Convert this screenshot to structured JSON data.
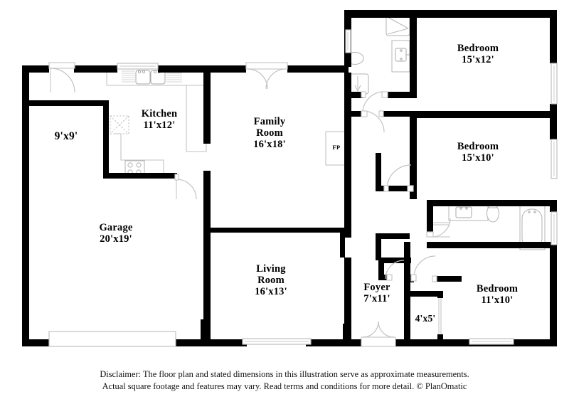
{
  "document": {
    "type": "floor-plan",
    "title": "Residential Floor Plan"
  },
  "rooms": [
    {
      "key": "closet_9x9",
      "name": "",
      "dimensions": "9'x9'",
      "label": "9'x9'"
    },
    {
      "key": "kitchen",
      "name": "Kitchen",
      "dimensions": "11'x12'",
      "label": "Kitchen\n11'x12'"
    },
    {
      "key": "family_room",
      "name": "Family Room",
      "dimensions": "16'x18'",
      "label": "Family\nRoom\n16'x18'"
    },
    {
      "key": "garage",
      "name": "Garage",
      "dimensions": "20'x19'",
      "label": "Garage\n20'x19'"
    },
    {
      "key": "living_room",
      "name": "Living Room",
      "dimensions": "16'x13'",
      "label": "Living\nRoom\n16'x13'"
    },
    {
      "key": "foyer",
      "name": "Foyer",
      "dimensions": "7'x11'",
      "label": "Foyer\n7'x11'"
    },
    {
      "key": "closet_4x5",
      "name": "",
      "dimensions": "4'x5'",
      "label": "4'x5'"
    },
    {
      "key": "bedroom_1",
      "name": "Bedroom",
      "dimensions": "15'x12'",
      "label": "Bedroom\n15'x12'"
    },
    {
      "key": "bedroom_2",
      "name": "Bedroom",
      "dimensions": "15'x10'",
      "label": "Bedroom\n15'x10'"
    },
    {
      "key": "bedroom_3",
      "name": "Bedroom",
      "dimensions": "11'x10'",
      "label": "Bedroom\n11'x10'"
    }
  ],
  "annotations": {
    "fireplace": "FP"
  },
  "fixtures": [
    "kitchen-double-sink",
    "kitchen-range",
    "kitchen-refrigerator",
    "bath1-shower",
    "bath1-toilet",
    "bath1-vanity-sink",
    "bath1-linen-closet",
    "bath2-vanity-sink",
    "bath2-toilet",
    "bath2-bathtub",
    "garage-overhead-door"
  ],
  "disclaimer": {
    "line1": "Disclaimer: The floor plan and stated dimensions in this illustration serve as approximate measurements.",
    "line2": "Actual square footage and features may vary. Read terms and conditions for more detail. © PlanOmatic"
  },
  "colors": {
    "wall": "#000000",
    "fixture_outline": "#b5b5b5",
    "door_swing": "#c0c0c0",
    "background": "#ffffff",
    "text": "#000000"
  }
}
